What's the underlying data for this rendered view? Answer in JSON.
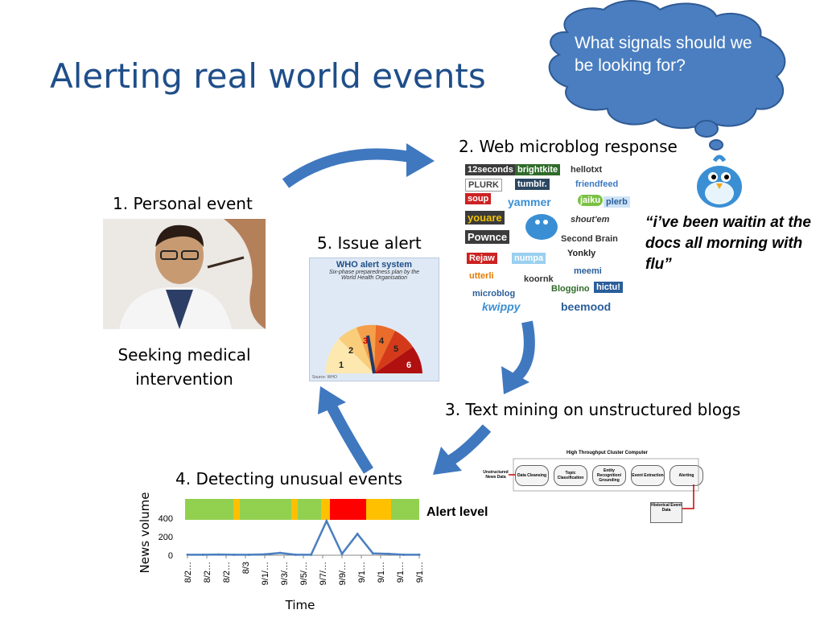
{
  "slide": {
    "title": "Alerting real world events",
    "thought_bubble": "What signals should we be looking for?",
    "steps": {
      "personal_event": "1. Personal event",
      "seeking": "Seeking medical intervention",
      "microblog": "2. Web microblog response",
      "text_mining": "3. Text mining on unstructured blogs",
      "detecting": "4. Detecting unusual events",
      "issue_alert": "5. Issue alert"
    },
    "quote": "“i’ve been waitin at the docs all morning with flu”",
    "alert_level_label": "Alert level",
    "colors": {
      "title": "#1f4e89",
      "arrow": "#3f78bf",
      "cloud": "#4a7ec0",
      "green": "#92d050",
      "orange": "#ffc000",
      "red": "#ff0000"
    }
  },
  "who_chart": {
    "title": "WHO alert system",
    "subtitle": "Six-phase preparedness plan by the World Health Organisation",
    "phases": [
      "1",
      "2",
      "3",
      "4",
      "5",
      "6"
    ],
    "source": "Source: WHO"
  },
  "logos": {
    "items": [
      "12seconds",
      "brightkite",
      "hellotxt",
      "PLURK",
      "tumblr.",
      "friendfeed",
      "soup",
      "yammer",
      "jaiku",
      "plerb",
      "youare",
      "shout'em",
      "Pownce",
      "Second Brain",
      "Yonkly",
      "Rejaw",
      "numpa",
      "meemi",
      "utterli",
      "koornk",
      "Bloggino",
      "hictu!",
      "microblog",
      "kwippy",
      "beemood"
    ]
  },
  "pipeline": {
    "header": "High Throughput Cluster Computer",
    "input": "Unstructured News Data",
    "stages": [
      "Data Cleansing",
      "Topic Classification",
      "Entity Recognition/ Grounding",
      "Event Extraction",
      "Alerting"
    ],
    "store": "Historical Event Data"
  },
  "chart_data": {
    "type": "line",
    "ylabel": "News volume",
    "xlabel": "Time",
    "ylim": [
      0,
      400
    ],
    "yticks": [
      "400",
      "200",
      "0"
    ],
    "x": [
      "8/2…",
      "8/2…",
      "8/2…",
      "8/3",
      "9/1/…",
      "9/3/…",
      "9/5/…",
      "9/7/…",
      "9/9/…",
      "9/1…",
      "9/1…",
      "9/1…",
      "9/1…"
    ],
    "values": [
      5,
      5,
      8,
      5,
      5,
      10,
      25,
      5,
      5,
      370,
      15,
      230,
      20,
      15,
      5,
      5
    ],
    "alert_level": [
      {
        "level": "green",
        "fraction": 0.205
      },
      {
        "level": "orange",
        "fraction": 0.03
      },
      {
        "level": "green",
        "fraction": 0.22
      },
      {
        "level": "orange",
        "fraction": 0.025
      },
      {
        "level": "green",
        "fraction": 0.1
      },
      {
        "level": "orange",
        "fraction": 0.04
      },
      {
        "level": "red",
        "fraction": 0.155
      },
      {
        "level": "orange",
        "fraction": 0.105
      },
      {
        "level": "green",
        "fraction": 0.12
      }
    ]
  }
}
